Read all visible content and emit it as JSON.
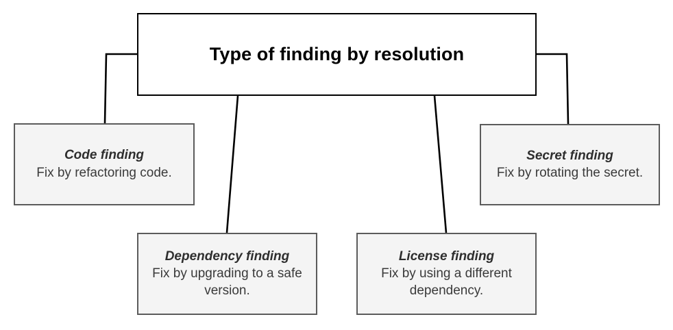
{
  "diagram": {
    "title": "Type of finding by resolution",
    "root": {
      "label": "Type of finding by resolution"
    },
    "children": [
      {
        "id": "code",
        "title": "Code finding",
        "description": "Fix by refactoring code."
      },
      {
        "id": "dependency",
        "title": "Dependency finding",
        "description": "Fix by upgrading to a safe version."
      },
      {
        "id": "license",
        "title": "License finding",
        "description": "Fix by using a different dependency."
      },
      {
        "id": "secret",
        "title": "Secret finding",
        "description": "Fix by rotating the secret."
      }
    ],
    "colors": {
      "page_background": "#ffffff",
      "root_fill": "#ffffff",
      "root_border": "#000000",
      "leaf_fill": "#f4f4f4",
      "leaf_border": "#5b5b5b",
      "connector": "#000000",
      "title_text": "#000000",
      "leaf_title_text": "#2e2e2e",
      "leaf_body_text": "#3a3a3a"
    }
  }
}
